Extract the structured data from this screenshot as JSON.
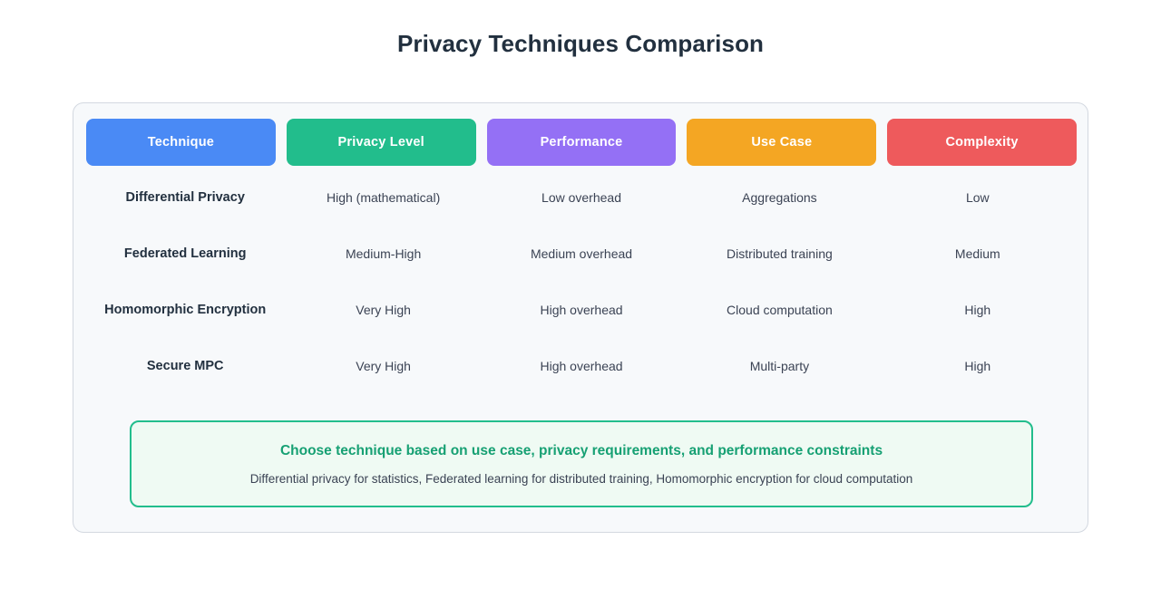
{
  "page": {
    "title": "Privacy Techniques Comparison"
  },
  "table": {
    "columns": [
      {
        "label": "Technique",
        "color": "#4a8af5"
      },
      {
        "label": "Privacy Level",
        "color": "#22bd8c"
      },
      {
        "label": "Performance",
        "color": "#9470f5"
      },
      {
        "label": "Use Case",
        "color": "#f4a623"
      },
      {
        "label": "Complexity",
        "color": "#ee5a5c"
      }
    ],
    "rows": [
      {
        "technique": "Differential Privacy",
        "privacy_level": "High (mathematical)",
        "performance": "Low overhead",
        "use_case": "Aggregations",
        "complexity": "Low"
      },
      {
        "technique": "Federated Learning",
        "privacy_level": "Medium-High",
        "performance": "Medium overhead",
        "use_case": "Distributed training",
        "complexity": "Medium"
      },
      {
        "technique": "Homomorphic Encryption",
        "privacy_level": "Very High",
        "performance": "High overhead",
        "use_case": "Cloud computation",
        "complexity": "High"
      },
      {
        "technique": "Secure MPC",
        "privacy_level": "Very High",
        "performance": "High overhead",
        "use_case": "Multi-party",
        "complexity": "High"
      }
    ]
  },
  "callout": {
    "title": "Choose technique based on use case, privacy requirements, and performance constraints",
    "subtitle": "Differential privacy for statistics, Federated learning for distributed training, Homomorphic encryption for cloud computation",
    "accent_color": "#22bd8c",
    "background_color": "#effaf3"
  }
}
